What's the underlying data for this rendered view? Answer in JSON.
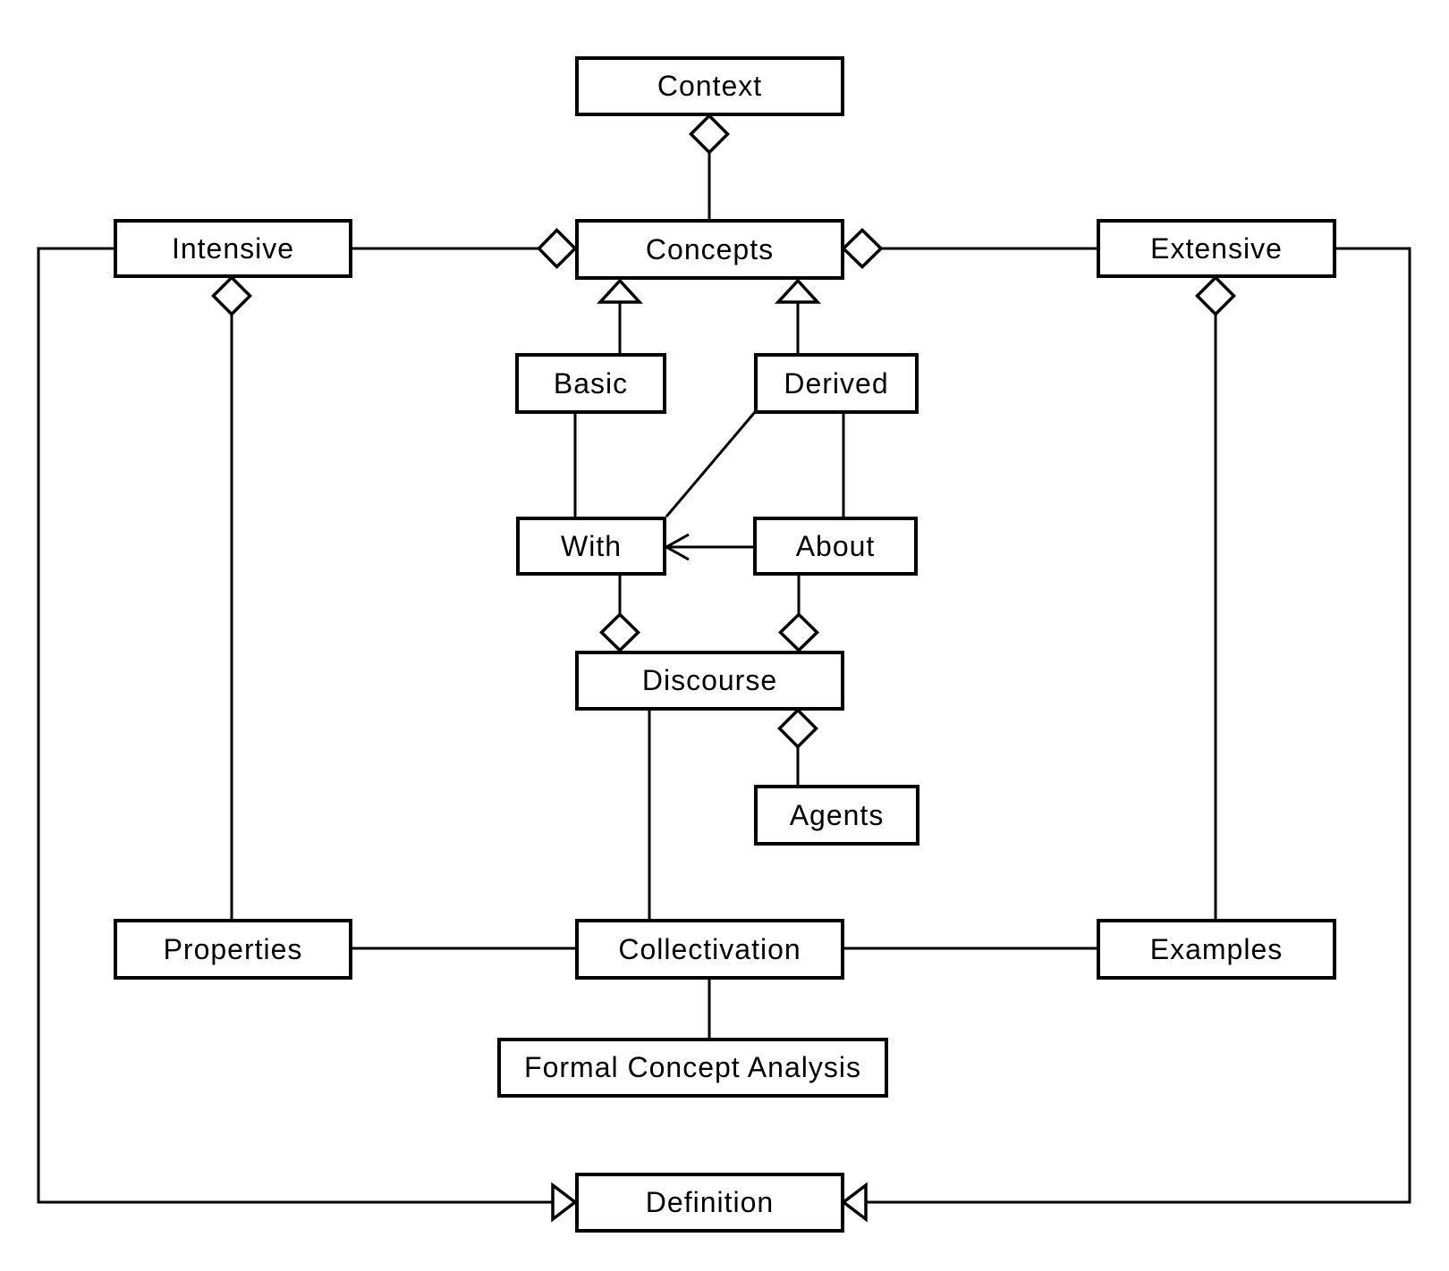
{
  "diagram": {
    "type": "uml-class-diagram",
    "colors": {
      "background": "#ffffff",
      "line": "#000000",
      "box_fill": "#ffffff",
      "text": "#000000"
    },
    "nodes": {
      "context": "Context",
      "intensive": "Intensive",
      "concepts": "Concepts",
      "extensive": "Extensive",
      "basic": "Basic",
      "derived": "Derived",
      "with": "With",
      "about": "About",
      "discourse": "Discourse",
      "agents": "Agents",
      "properties": "Properties",
      "collectivation": "Collectivation",
      "examples": "Examples",
      "fca": "Formal Concept Analysis",
      "definition": "Definition"
    },
    "edges": [
      {
        "from": "Context",
        "to": "Concepts",
        "type": "aggregation",
        "diamond_at": "Context"
      },
      {
        "from": "Intensive",
        "to": "Concepts",
        "type": "aggregation",
        "diamond_at": "Concepts"
      },
      {
        "from": "Extensive",
        "to": "Concepts",
        "type": "aggregation",
        "diamond_at": "Concepts"
      },
      {
        "from": "Basic",
        "to": "Concepts",
        "type": "generalization",
        "triangle_at": "Concepts"
      },
      {
        "from": "Derived",
        "to": "Concepts",
        "type": "generalization",
        "triangle_at": "Concepts"
      },
      {
        "from": "Basic",
        "to": "With",
        "type": "association"
      },
      {
        "from": "Derived",
        "to": "With",
        "type": "association"
      },
      {
        "from": "Derived",
        "to": "About",
        "type": "association"
      },
      {
        "from": "About",
        "to": "With",
        "type": "directed-association",
        "arrow_at": "With"
      },
      {
        "from": "With",
        "to": "Discourse",
        "type": "aggregation",
        "diamond_at": "With"
      },
      {
        "from": "About",
        "to": "Discourse",
        "type": "aggregation",
        "diamond_at": "About"
      },
      {
        "from": "Discourse",
        "to": "Agents",
        "type": "aggregation",
        "diamond_at": "Discourse"
      },
      {
        "from": "Discourse",
        "to": "Collectivation",
        "type": "association"
      },
      {
        "from": "Intensive",
        "to": "Properties",
        "type": "aggregation",
        "diamond_at": "Intensive"
      },
      {
        "from": "Extensive",
        "to": "Examples",
        "type": "aggregation",
        "diamond_at": "Extensive"
      },
      {
        "from": "Properties",
        "to": "Collectivation",
        "type": "association"
      },
      {
        "from": "Collectivation",
        "to": "Examples",
        "type": "association"
      },
      {
        "from": "Collectivation",
        "to": "Formal Concept Analysis",
        "type": "association"
      },
      {
        "from": "Intensive",
        "to": "Definition",
        "type": "generalization",
        "triangle_at": "Definition"
      },
      {
        "from": "Extensive",
        "to": "Definition",
        "type": "generalization",
        "triangle_at": "Definition"
      }
    ]
  }
}
